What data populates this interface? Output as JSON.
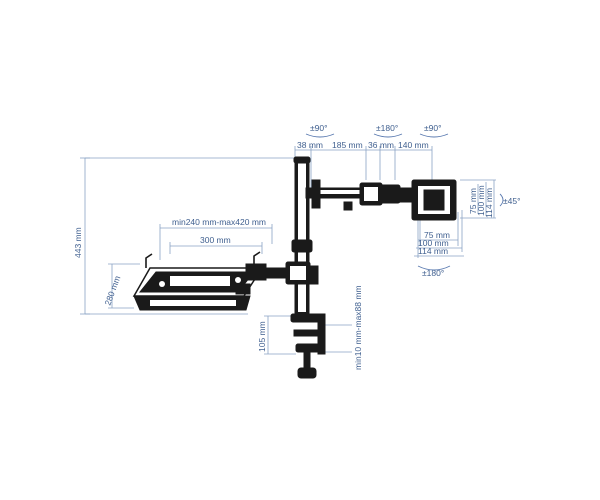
{
  "dimensions": {
    "total_height": "443 mm",
    "pole_width": "38 mm",
    "arm_1": "185 mm",
    "arm_2": "36 mm",
    "arm_3": "140 mm",
    "laptop_width_range": "min240 mm-max420 mm",
    "laptop_tray_width": "300 mm",
    "laptop_tray_depth": "280 mm",
    "clamp_height": "105 mm",
    "clamp_range": "min10 mm-max88 mm",
    "vesa_h_75": "75 mm",
    "vesa_h_100": "100 mm",
    "vesa_h_114": "114 mm",
    "vesa_v_75": "75 mm",
    "vesa_v_100": "100 mm",
    "vesa_v_114": "114 mm"
  },
  "rotations": {
    "swivel_arm": "±90°",
    "swivel_joint": "±180°",
    "swivel_head": "±90°",
    "tilt": "±45°",
    "rotate": "±180°"
  }
}
